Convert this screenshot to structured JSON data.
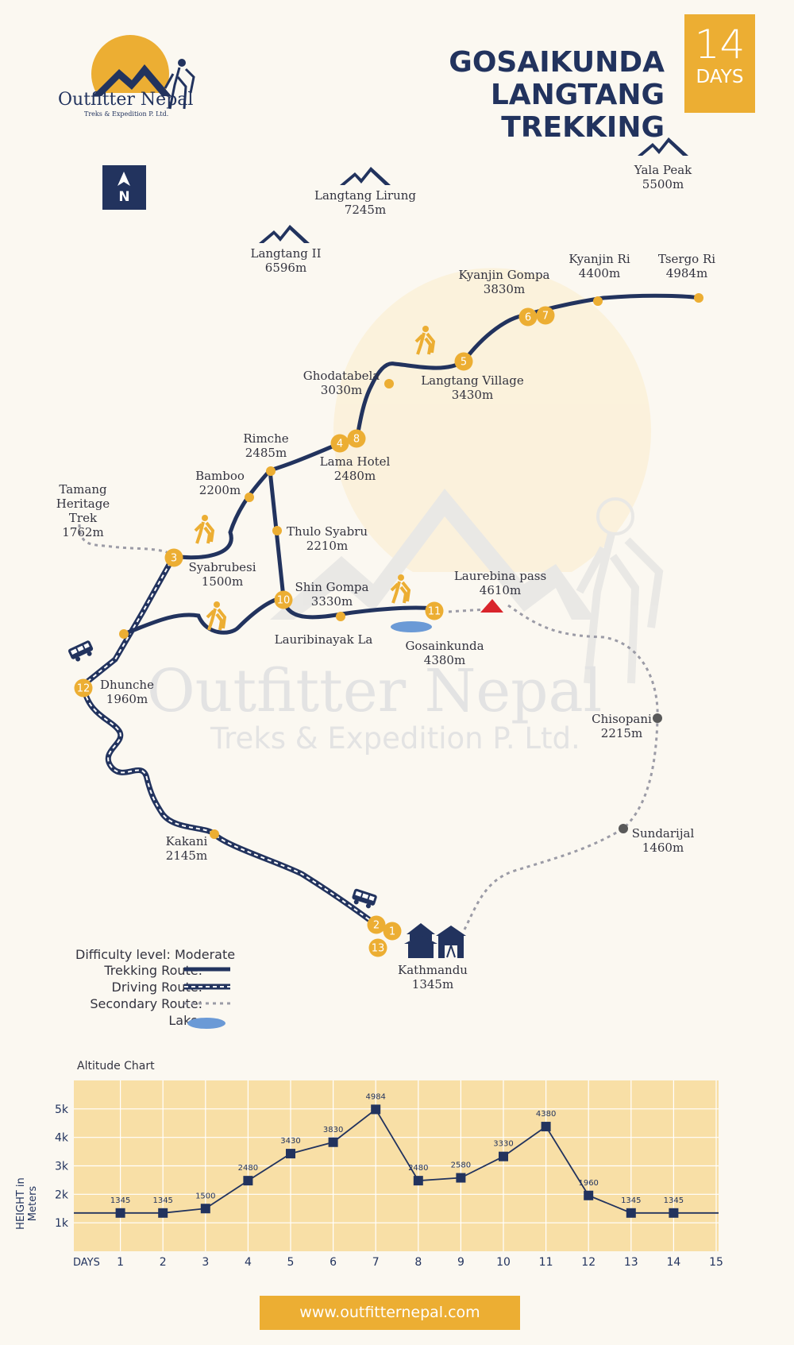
{
  "header": {
    "title_line1": "GOSAIKUNDA LANGTANG",
    "title_line2": "TREKKING",
    "days_number": "14",
    "days_label": "DAYS",
    "accent_color": "#ecae33",
    "navy_color": "#22335e"
  },
  "logo": {
    "name": "Outfitter Nepal",
    "tagline": "Treks & Expedition P. Ltd.",
    "icon": "mountain-sun-hiker-icon"
  },
  "compass": {
    "label": "N",
    "icon": "north-arrow-icon"
  },
  "peaks": [
    {
      "name": "Langtang Lirung",
      "height": "7245m"
    },
    {
      "name": "Langtang II",
      "height": "6596m"
    },
    {
      "name": "Yala Peak",
      "height": "5500m"
    }
  ],
  "places": [
    {
      "name": "Kyanjin Gompa",
      "height": "3830m"
    },
    {
      "name": "Kyanjin Ri",
      "height": "4400m"
    },
    {
      "name": "Tsergo Ri",
      "height": "4984m"
    },
    {
      "name": "Ghodatabela",
      "height": "3030m"
    },
    {
      "name": "Langtang Village",
      "height": "3430m"
    },
    {
      "name": "Rimche",
      "height": "2485m"
    },
    {
      "name": "Lama Hotel",
      "height": "2480m"
    },
    {
      "name": "Bamboo",
      "height": "2200m"
    },
    {
      "name": "Tamang Heritage Trek",
      "height": "1762m"
    },
    {
      "name": "Thulo Syabru",
      "height": "2210m"
    },
    {
      "name": "Syabrubesi",
      "height": "1500m"
    },
    {
      "name": "Shin Gompa",
      "height": "3330m"
    },
    {
      "name": "Laurebina pass",
      "height": "4610m"
    },
    {
      "name": "Lauribinayak La",
      "height": ""
    },
    {
      "name": "Gosainkunda",
      "height": "4380m"
    },
    {
      "name": "Dhunche",
      "height": "1960m"
    },
    {
      "name": "Chisopani",
      "height": "2215m"
    },
    {
      "name": "Sundarijal",
      "height": "1460m"
    },
    {
      "name": "Kakani",
      "height": "2145m"
    },
    {
      "name": "Kathmandu",
      "height": "1345m"
    }
  ],
  "day_markers": [
    "1",
    "2",
    "3",
    "4",
    "5",
    "6",
    "7",
    "8",
    "10",
    "11",
    "12",
    "13"
  ],
  "watermark": {
    "line1": "Outfitter Nepal",
    "line2": "Treks & Expedition P. Ltd."
  },
  "legend": {
    "difficulty": "Difficulty level: Moderate",
    "trekking": "Trekking Route:",
    "driving": "Driving Route:",
    "secondary": "Secondary Route:",
    "lake": "Lake:"
  },
  "chart_data": {
    "type": "line",
    "title": "Altitude Chart",
    "ylabel": "HEIGHT in Meters",
    "xlabel": "DAYS",
    "x_ticks": [
      "1",
      "2",
      "3",
      "4",
      "5",
      "6",
      "7",
      "8",
      "9",
      "10",
      "11",
      "12",
      "13",
      "14",
      "15"
    ],
    "y_ticks": [
      "1k",
      "2k",
      "3k",
      "4k",
      "5k"
    ],
    "xlim": [
      0,
      15
    ],
    "ylim": [
      0,
      6000
    ],
    "x": [
      1,
      2,
      3,
      4,
      5,
      6,
      7,
      8,
      9,
      10,
      11,
      12,
      13,
      14
    ],
    "values": [
      1345,
      1345,
      1500,
      2480,
      3430,
      3830,
      4984,
      2480,
      2580,
      3330,
      4380,
      1960,
      1345,
      1345
    ],
    "labels": [
      "1345",
      "1345",
      "1500",
      "2480",
      "3430",
      "3830",
      "4984",
      "2480",
      "2580",
      "3330",
      "4380",
      "1960",
      "1345",
      "1345"
    ]
  },
  "footer": {
    "url": "www.outfitternepal.com"
  }
}
